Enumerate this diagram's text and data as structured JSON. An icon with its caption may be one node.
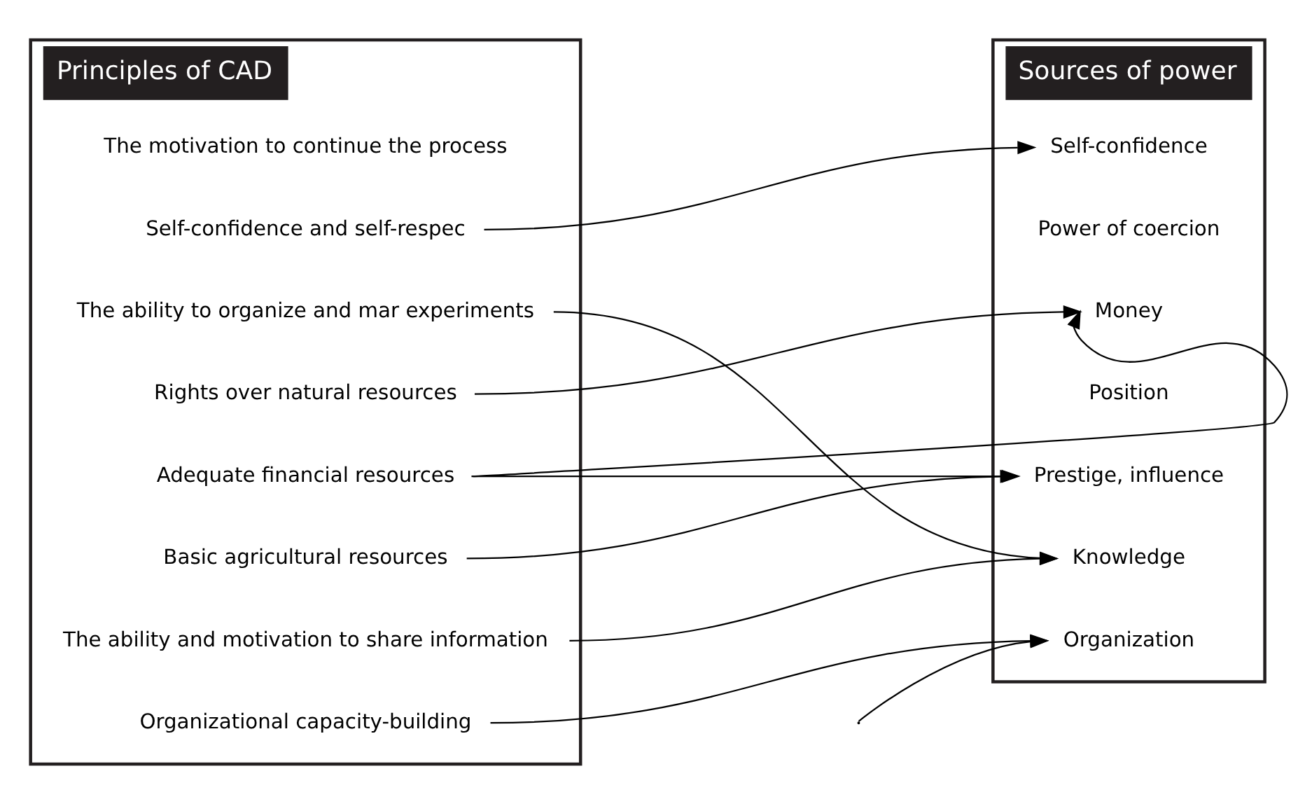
{
  "diagram": {
    "nodes": [
      {
        "text": [
          "Principles of CAD"
        ]
      },
      {
        "text": [
          "The motivation to continue the process"
        ],
        "in": 0
      },
      {
        "text": [
          "Self-confidence and self-respec"
        ],
        "in": 0
      },
      {
        "text": [
          "The ability to organize and mar experiments"
        ],
        "in": 0
      },
      {
        "text": [
          "Rights over natural resources"
        ],
        "in": 0
      },
      {
        "text": [
          "Adequate financial resources"
        ],
        "in": 0
      },
      {
        "text": [
          "Basic agricultural resources"
        ],
        "in": 0
      },
      {
        "text": [
          "The ability and motivation to share information"
        ],
        "in": 0
      },
      {
        "text": [
          "Organizational capacity-building"
        ],
        "in": 0
      },
      {
        "text": [
          "Sources of power"
        ]
      },
      {
        "text": [
          "Self-confidence"
        ],
        "in": 9
      },
      {
        "text": [
          "Power of coercion"
        ],
        "in": 9
      },
      {
        "text": [
          "Money"
        ],
        "in": 9
      },
      {
        "text": [
          "Position"
        ],
        "in": 9
      },
      {
        "text": [
          "Prestige, influence"
        ],
        "in": 9
      },
      {
        "text": [
          "Knowledge"
        ],
        "in": 9
      },
      {
        "text": [
          "Organization"
        ],
        "in": 9
      }
    ],
    "edges": [
      {
        "from": 2,
        "to": 10,
        "arrow": "to"
      },
      {
        "from": 4,
        "to": 12,
        "arrow": "to"
      },
      {
        "from": 5,
        "to": 12,
        "arrow": "to"
      },
      {
        "from": 5,
        "to": 14,
        "arrow": "to"
      },
      {
        "from": 3,
        "to": 15,
        "arrow": "to"
      },
      {
        "from": 6,
        "to": 14,
        "arrow": "to"
      },
      {
        "from": 7,
        "to": 15,
        "arrow": "to"
      },
      {
        "from": 8,
        "to": 16,
        "arrow": "to"
      },
      {
        "from": null,
        "to": 16,
        "arrow": "to"
      }
    ]
  }
}
